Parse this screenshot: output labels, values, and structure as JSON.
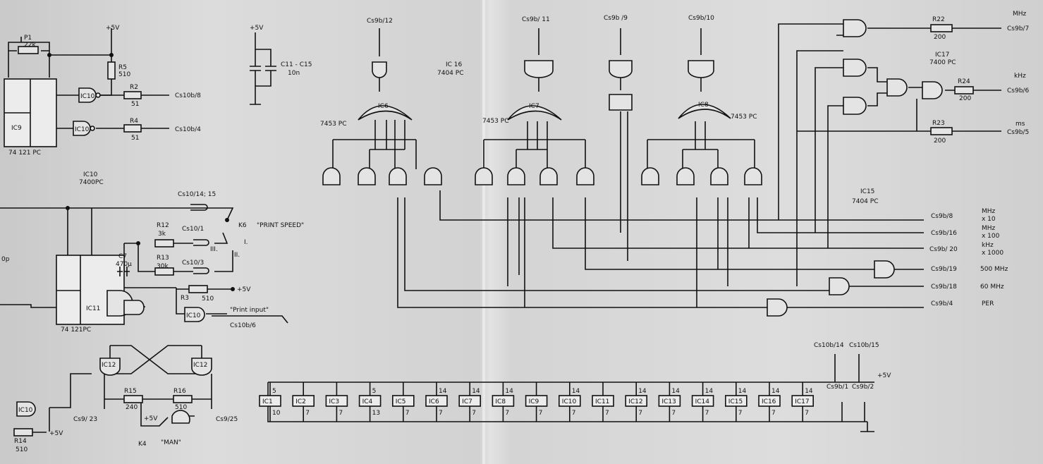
{
  "labels": {
    "supply": "+5V",
    "p1": "P1",
    "p1v": "22k",
    "r5": "R5",
    "r5v": "510",
    "ic9": "IC9",
    "ic9pc": "74      121 PC",
    "r2": "R2",
    "r2v": "51",
    "cs10b8": "Cs10b/8",
    "r4": "R4",
    "r4v": "51",
    "cs10b4": "Cs10b/4",
    "ic10a": "IC10",
    "ic10b": "IC10",
    "ic10": "IC10",
    "ic10pc": "7400PC",
    "cap": "C11 - C15",
    "capv": "10n",
    "cs9b12": "Cs9b/12",
    "cs9b11": "Cs9b/ 11",
    "cs9b9": "Cs9b /9",
    "cs9b10": "Cs9b/10",
    "ic16": "IC 16",
    "ic16pc": "7404 PC",
    "ic6": "IC6",
    "ic7": "IC7",
    "ic8": "IC8",
    "pc7453a": "7453 PC",
    "pc7453b": "7453 PC",
    "pc7453c": "7453 PC",
    "ic17": "IC17",
    "ic17pc": "7400 PC",
    "r22": "R22",
    "r22v": "200",
    "r24": "R24",
    "r24v": "200",
    "r23": "R23",
    "r23v": "200",
    "mhz": "MHz",
    "khz": "kHz",
    "ms": "ms",
    "cs9b7": "Cs9b/7",
    "cs9b6": "Cs9b/6",
    "cs9b5": "Cs9b/5",
    "ic15": "IC15",
    "ic15pc": "7404 PC",
    "cs9b8": "Cs9b/8",
    "cs9b16": "Cs9b/16",
    "cs9b20": "Cs9b/ 20",
    "cs9b19": "Cs9b/19",
    "cs9b18": "Cs9b/18",
    "cs9b4": "Cs9b/4",
    "ind1": "MHz",
    "ind1b": "x 10",
    "ind2": "MHz",
    "ind2b": "x 100",
    "ind3": "kHz",
    "ind3b": "x 1000",
    "ind4": "500 MHz",
    "ind5": "60 MHz",
    "ind6": "PER",
    "cs1014": "Cs10/14; 15",
    "r12": "R12",
    "r12v": "3k",
    "cs101": "Cs10/1",
    "k6": "K6",
    "printspeed": "\"PRINT SPEED\"",
    "c7": "C7",
    "c7v": "470µ",
    "r13": "R13",
    "r13v": "30k",
    "cs103": "Cs10/3",
    "ic11": "IC11",
    "ic11pc": "74      121PC",
    "r3": "R3",
    "r3v": "510",
    "printinput": "\"Print input\"",
    "cs10b6": "Cs10b/6",
    "ic12": "IC12",
    "r15": "R15",
    "r15v": "240",
    "r16": "R16",
    "r16v": "510",
    "cs923": "Cs9/ 23",
    "cs925": "Cs9/25",
    "k4": "K4",
    "man": "\"MAN\"",
    "r14": "R14",
    "r14v": "510",
    "op": "0p",
    "cs10b14": "Cs10b/14",
    "cs10b15": "Cs10b/15",
    "cs9b1": "Cs9b/1",
    "cs9b2": "Cs9b/2",
    "rI": "I.",
    "rII": "II.",
    "rIII": "III."
  },
  "ic_row": [
    "IC1",
    "IC2",
    "IC3",
    "IC4",
    "IC5",
    "IC6",
    "IC7",
    "IC8",
    "IC9",
    "IC10",
    "IC11",
    "IC12",
    "IC13",
    "IC14",
    "IC15",
    "IC16",
    "IC17"
  ],
  "ic_row_top_pins": [
    "5",
    "",
    "",
    "5",
    "",
    "14",
    "14",
    "14",
    "",
    "14",
    "",
    "14",
    "14",
    "14",
    "14",
    "14",
    "14"
  ],
  "ic_row_bottom_pins": [
    "10",
    "7",
    "7",
    "13",
    "7",
    "7",
    "7",
    "7",
    "7",
    "7",
    "7",
    "7",
    "7",
    "7",
    "7",
    "7",
    "7"
  ]
}
